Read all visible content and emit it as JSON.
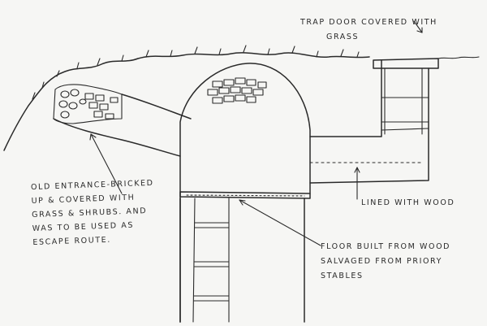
{
  "diagram": {
    "labels": {
      "trap_door": [
        "TRAP DOOR COVERED WITH",
        "GRASS"
      ],
      "old_entrance": [
        "OLD ENTRANCE-BRICKED",
        "UP & COVERED WITH",
        "GRASS & SHRUBS. AND",
        "WAS TO BE USED AS",
        "ESCAPE ROUTE."
      ],
      "lined_with_wood": [
        "LINED WITH WOOD"
      ],
      "floor_built": [
        "FLOOR BUILT FROM WOOD",
        "SALVAGED FROM PRIORY",
        "STABLES"
      ]
    }
  }
}
